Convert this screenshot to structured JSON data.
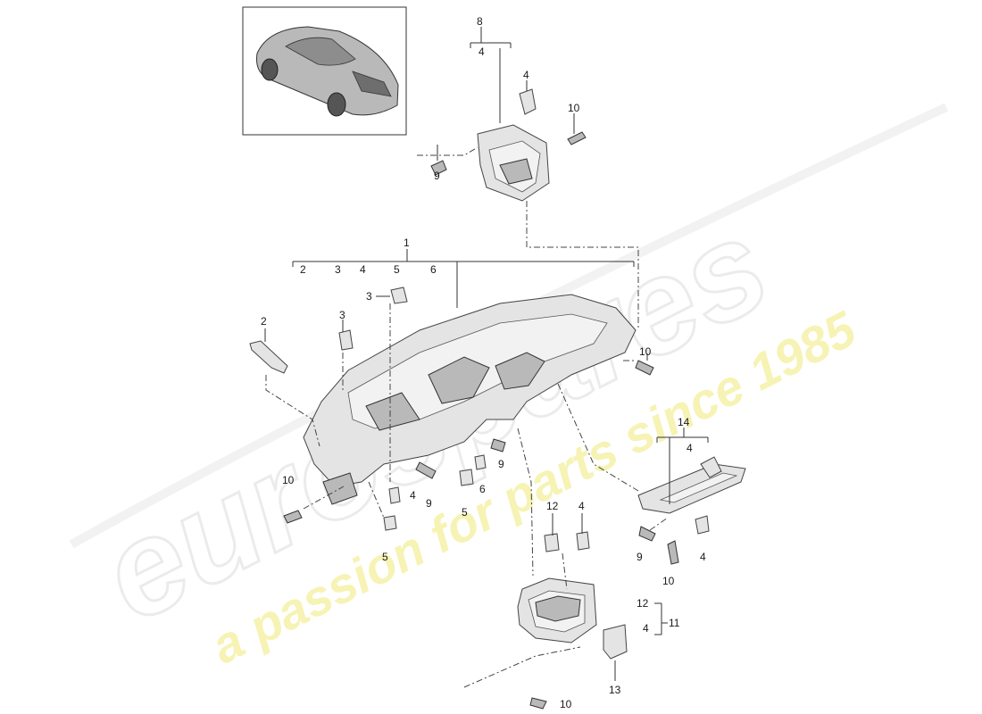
{
  "watermark": {
    "brand": "eurospares",
    "tagline": "a passion for parts since 1985"
  },
  "callouts": {
    "c1": "1",
    "c2": "2",
    "c3": "3",
    "c4": "4",
    "c5": "5",
    "c6": "6",
    "c8": "8",
    "c9": "9",
    "c10": "10",
    "c11": "11",
    "c12": "12",
    "c13": "13",
    "c14": "14"
  },
  "colors": {
    "line": "#333333",
    "part_fill": "#e4e4e4",
    "watermark_yellow": "#f3ef9c",
    "watermark_grey": "#dcdcdc"
  }
}
